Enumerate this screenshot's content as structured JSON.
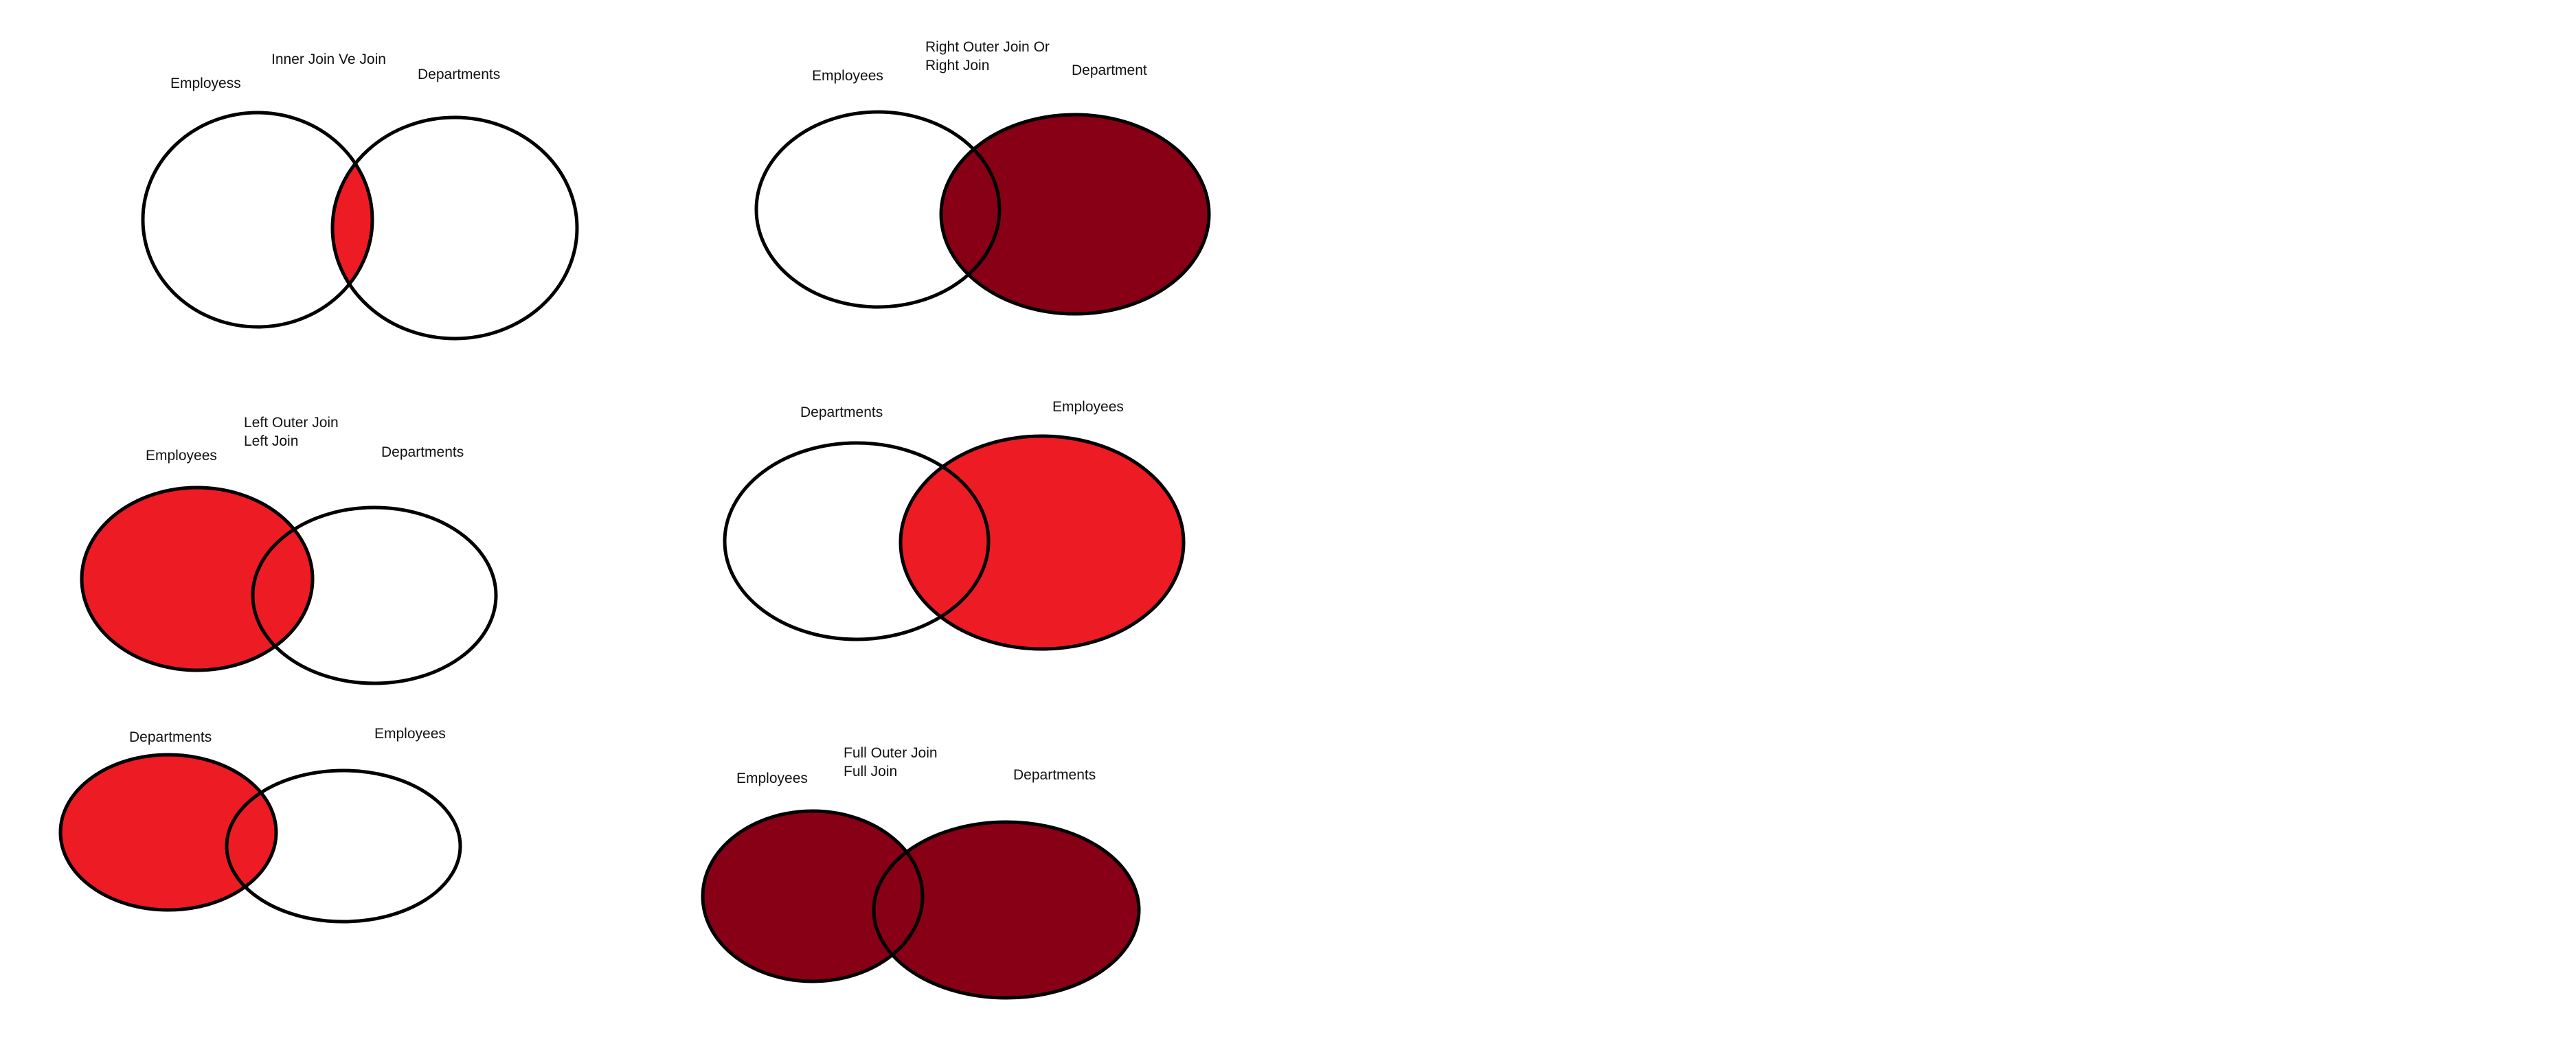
{
  "colors": {
    "background": "#ffffff",
    "outline": "#000000",
    "text": "#111111",
    "red": "#ed1c24",
    "dark_red": "#880015"
  },
  "panels": [
    {
      "id": "inner-join",
      "title_lines": [
        "Inner Join Ve Join"
      ],
      "left_set": "Employess",
      "right_set": "Departments",
      "highlight": "intersection",
      "fill_color": "#ed1c24"
    },
    {
      "id": "right-outer-join",
      "title_lines": [
        "Right Outer Join Or",
        "Right Join"
      ],
      "left_set": "Employees",
      "right_set": "Department",
      "highlight": "right",
      "fill_color": "#880015"
    },
    {
      "id": "left-outer-join",
      "title_lines": [
        "Left Outer Join",
        "Left Join"
      ],
      "left_set": "Employees",
      "right_set": "Departments",
      "highlight": "left",
      "fill_color": "#ed1c24"
    },
    {
      "id": "right-join-swapped",
      "title_lines": [],
      "left_set": "Departments",
      "right_set": "Employees",
      "highlight": "right",
      "fill_color": "#ed1c24"
    },
    {
      "id": "left-join-swapped",
      "title_lines": [],
      "left_set": "Departments",
      "right_set": "Employees",
      "highlight": "left",
      "fill_color": "#ed1c24"
    },
    {
      "id": "full-outer-join",
      "title_lines": [
        "Full Outer Join",
        "Full Join"
      ],
      "left_set": "Employees",
      "right_set": "Departments",
      "highlight": "both",
      "fill_color": "#880015"
    }
  ]
}
